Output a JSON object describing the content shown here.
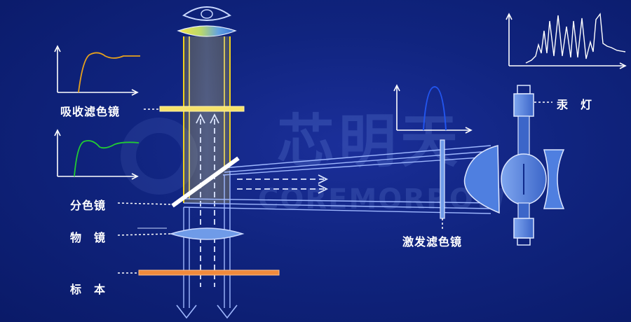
{
  "labels": {
    "absorption_filter": "吸收滤色镜",
    "dichroic_mirror": "分色镜",
    "objective": "物　镜",
    "specimen": "标　本",
    "excitation_filter": "激发滤色镜",
    "mercury_lamp": "汞　灯"
  },
  "watermark": {
    "cn_text": "芯明天",
    "en_text": "COREMORROW"
  },
  "colors": {
    "background": "#10247f",
    "emission_beam": "#f2d21a",
    "excitation_beam": "#9fb8ff",
    "filter_absorption": "#f7e36b",
    "filter_specimen": "#f08a3c",
    "lens": "#6f9be8",
    "absorption_curve": "#e8a21c",
    "emission_curve": "#22cc33",
    "excitation_curve": "#2255ee"
  },
  "icons": [
    "eye-icon",
    "mercury-lamp-icon",
    "reflector-icon",
    "condenser-lens-icon"
  ]
}
